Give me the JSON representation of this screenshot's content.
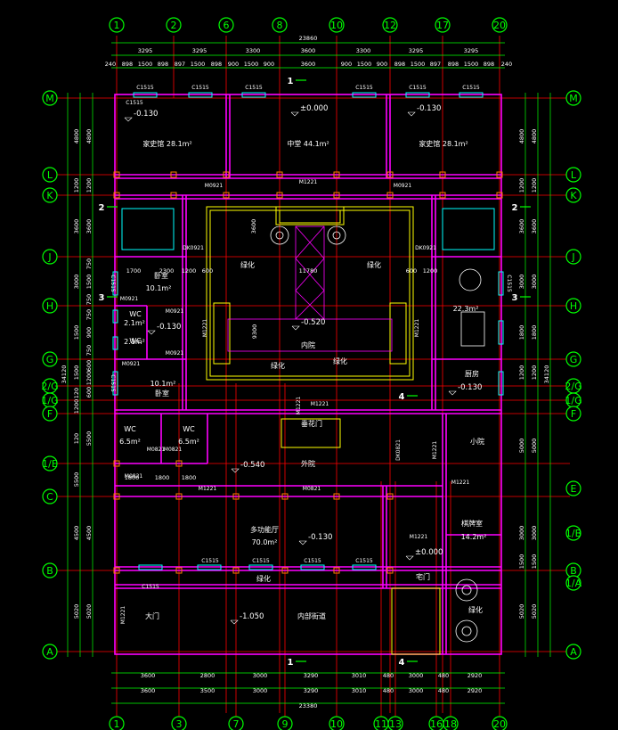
{
  "title": "",
  "top_axes": [
    "1",
    "2",
    "6",
    "8",
    "10",
    "12",
    "17",
    "20"
  ],
  "bottom_axes": [
    "1",
    "3",
    "7",
    "9",
    "10",
    "11",
    "13",
    "16",
    "18",
    "20"
  ],
  "left_axes": [
    "M",
    "L",
    "K",
    "J",
    "H",
    "G",
    "2/G",
    "1/G",
    "F",
    "1/E",
    "C",
    "B",
    "A"
  ],
  "right_axes": [
    "M",
    "L",
    "K",
    "J",
    "H",
    "G",
    "2/G",
    "1/G",
    "F",
    "E",
    "1/B",
    "B",
    "1/A",
    "A"
  ],
  "top_total": "23860",
  "top_dims_1": [
    "3295",
    "3295",
    "3300",
    "3600",
    "3300",
    "3295",
    "3295"
  ],
  "top_dims_2": [
    "240",
    "898",
    "1500",
    "898",
    "897",
    "1500",
    "898",
    "900",
    "1500",
    "900",
    "3600",
    "900",
    "1500",
    "900",
    "898",
    "1500",
    "897",
    "898",
    "1500",
    "898",
    "240"
  ],
  "bottom_dims_1": [
    "3600",
    "2800",
    "3000",
    "3290",
    "3010",
    "480",
    "3000",
    "480",
    "2920"
  ],
  "bottom_dims_2": [
    "3600",
    "3500",
    "3000",
    "3290",
    "3010",
    "480",
    "3000",
    "480",
    "2920"
  ],
  "bottom_total": "23380",
  "left_dims_1": [
    "4800",
    "1200",
    "3600",
    "3000",
    "1500",
    "1500",
    "120",
    "1200",
    "120",
    "5500",
    "4500",
    "5020"
  ],
  "left_dims_2": [
    "4800",
    "1200",
    "3600",
    "750",
    "1500",
    "750",
    "750",
    "900",
    "750",
    "600",
    "1200",
    "600",
    "5500",
    "4500",
    "5020"
  ],
  "left_total": "34120",
  "right_dims_1": [
    "4800",
    "1200",
    "3600",
    "3000",
    "1800",
    "1200",
    "5000",
    "3000",
    "1500",
    "5020"
  ],
  "right_total": "34120",
  "rooms": {
    "r1": "家史馆 28.1m²",
    "r2": "中堂 44.1m²",
    "r3": "家史馆 28.1m²",
    "r4": "绿化",
    "r5": "绿化",
    "r6": "卧室",
    "r6a": "10.1m²",
    "r7": "WC",
    "r7a": "2.1m²",
    "r8": "WC",
    "r8a": "2.1m²",
    "r9": "10.1m²",
    "r9a": "卧室",
    "r10": "内院",
    "r11": "绿化",
    "r12": "绿化",
    "r13": "22.3m²",
    "r14": "厨房",
    "r15": "垂花门",
    "r16": "WC",
    "r16a": "6.5m²",
    "r17": "WC",
    "r17a": "6.5m²",
    "r18": "外院",
    "r19": "小院",
    "r20": "多功能厅",
    "r20a": "70.0m²",
    "r21": "棋牌室",
    "r21a": "14.2m²",
    "r22": "绿化",
    "r23": "宅门",
    "r24": "大门",
    "r25": "内部街道",
    "r26": "绿化"
  },
  "levels": {
    "l1": "-0.130",
    "l2": "±0.000",
    "l3": "-0.130",
    "l4": "-0.520",
    "l5": "-0.130",
    "l6": "-0.130",
    "l7": "-0.540",
    "l8": "-0.130",
    "l9": "±0.000",
    "l10": "-1.050"
  },
  "windows": [
    "C1515",
    "C1515",
    "C1515",
    "C1515",
    "C1515",
    "C1515",
    "C1515",
    "C1515",
    "C1515",
    "C1515",
    "C1515",
    "C1515",
    "C1515",
    "C1515",
    "C1515"
  ],
  "doors": [
    "M0921",
    "M1221",
    "M0921",
    "DK0921",
    "DK0921",
    "M0921",
    "M0921",
    "M0921",
    "M0921",
    "M1221",
    "M1221",
    "M1221",
    "M1221",
    "M0821",
    "M0821",
    "M0821",
    "DK0821",
    "M1221",
    "M1221",
    "M0821",
    "M1221",
    "M1221",
    "M1221"
  ],
  "inner_dims": [
    "1700",
    "2300",
    "1200",
    "600",
    "11780",
    "600",
    "1200",
    "3600",
    "9300",
    "1800",
    "1800",
    "1800"
  ],
  "section_marks": [
    "1",
    "1",
    "2",
    "2",
    "3",
    "3",
    "4",
    "4"
  ],
  "colors": {
    "axis": "#00ff00",
    "wall": "#ff00ff",
    "grid": "#ff0000",
    "dim": "#00ff00",
    "window": "#00ffff",
    "stair": "#ffff00",
    "text": "#ffffff"
  }
}
